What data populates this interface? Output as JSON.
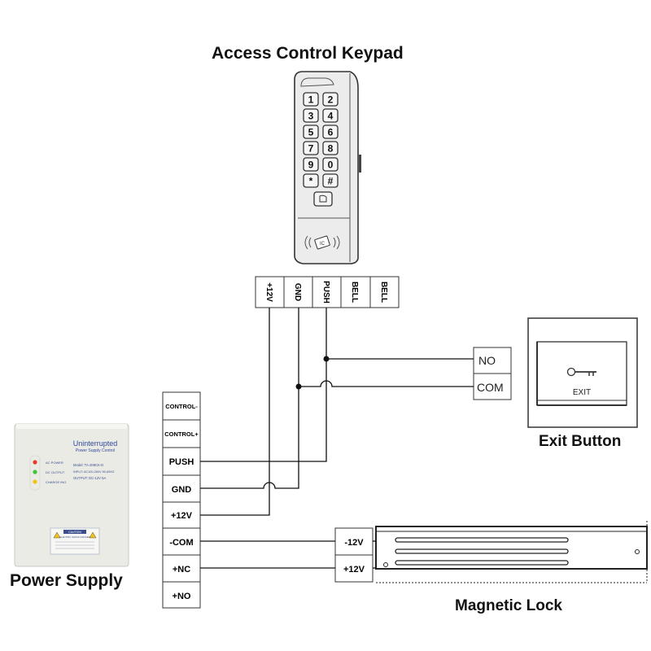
{
  "titles": {
    "keypad": "Access Control Keypad",
    "exit_button": "Exit Button",
    "power_supply": "Power Supply",
    "magnetic_lock": "Magnetic Lock"
  },
  "keypad": {
    "keys": [
      "1",
      "2",
      "3",
      "4",
      "5",
      "6",
      "7",
      "8",
      "9",
      "0",
      "*",
      "#"
    ],
    "terminals": [
      "+12V",
      "GND",
      "PUSH",
      "BELL",
      "BELL"
    ],
    "reader_text": "IC"
  },
  "exit_button": {
    "terminals": [
      "NO",
      "COM"
    ],
    "label": "EXIT"
  },
  "power_supply": {
    "terminals": [
      "CONTROL-",
      "CONTROL+",
      "PUSH",
      "GND",
      "+12V",
      "-COM",
      "+NC",
      "+NO"
    ],
    "device_title": "Uninterrupted",
    "device_subtitle": "Power Supply Control",
    "led_labels": [
      "AC POWER",
      "DC OUTPUT",
      "CHARGE ING"
    ],
    "led_colors": [
      "#e53b2c",
      "#3cc43c",
      "#f2c21b"
    ],
    "model": "Model: TA-208CK-D",
    "input": "INPUT: AC100-260V 50-60HZ",
    "output": "OUTPUT: DC-12V 5A",
    "caution": "CAUTION",
    "caution_sub": "ELECTRIC SHOCK DANGER"
  },
  "magnetic_lock": {
    "terminals": [
      "-12V",
      "+12V"
    ]
  }
}
